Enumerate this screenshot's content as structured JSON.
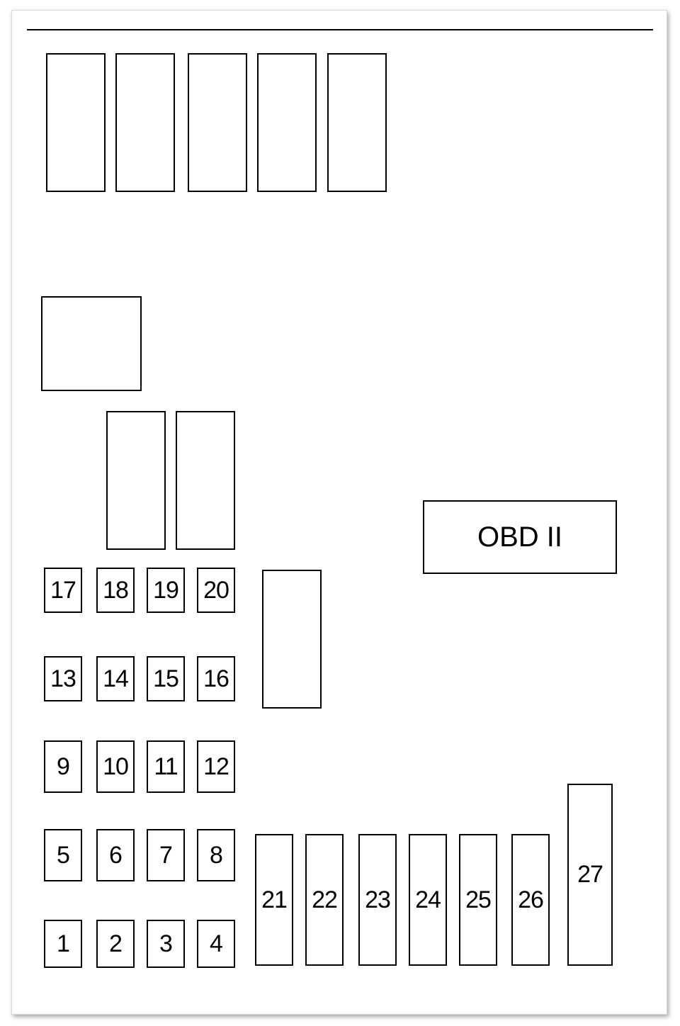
{
  "diagram": {
    "obd_label": "OBD II",
    "fuses": {
      "f1": "1",
      "f2": "2",
      "f3": "3",
      "f4": "4",
      "f5": "5",
      "f6": "6",
      "f7": "7",
      "f8": "8",
      "f9": "9",
      "f10": "10",
      "f11": "11",
      "f12": "12",
      "f13": "13",
      "f14": "14",
      "f15": "15",
      "f16": "16",
      "f17": "17",
      "f18": "18",
      "f19": "19",
      "f20": "20",
      "f21": "21",
      "f22": "22",
      "f23": "23",
      "f24": "24",
      "f25": "25",
      "f26": "26",
      "f27": "27"
    }
  }
}
